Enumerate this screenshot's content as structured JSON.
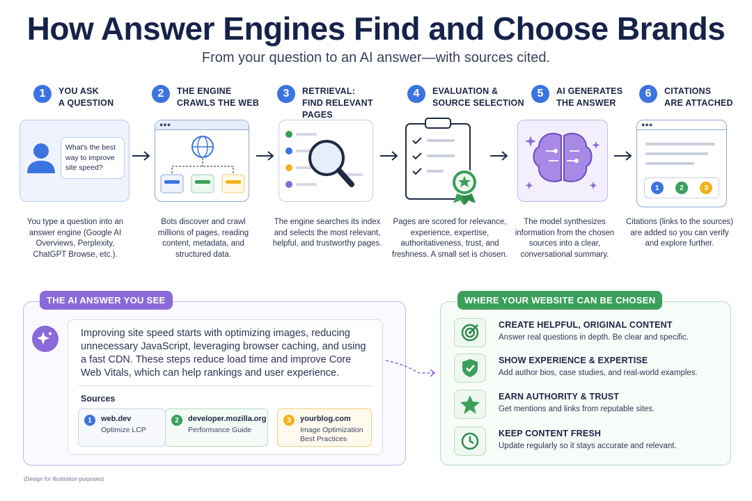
{
  "header": {
    "title": "How Answer Engines Find and Choose Brands",
    "subtitle": "From your question to an AI answer—with sources cited."
  },
  "steps": [
    {
      "num": "1",
      "title_line1": "YOU ASK",
      "title_line2": "A QUESTION",
      "bubble_text": "What's the best way to improve site speed?",
      "desc": "You type a question into an answer engine (Google AI Overviews, Perplexity, ChatGPT Browse, etc.)."
    },
    {
      "num": "2",
      "title_line1": "THE ENGINE",
      "title_line2": "CRAWLS THE WEB",
      "desc": "Bots discover and crawl millions of pages, reading content, metadata, and structured data."
    },
    {
      "num": "3",
      "title_line1": "RETRIEVAL:",
      "title_line2": "FIND RELEVANT PAGES",
      "desc": "The engine searches its index and selects the most relevant, helpful, and trustworthy pages."
    },
    {
      "num": "4",
      "title_line1": "EVALUATION &",
      "title_line2": "SOURCE SELECTION",
      "desc": "Pages are scored for relevance, experience, expertise, authoritativeness, trust, and freshness. A small set is chosen."
    },
    {
      "num": "5",
      "title_line1": "AI GENERATES",
      "title_line2": "THE ANSWER",
      "desc": "The model synthesizes information from the chosen sources into a clear, conversational summary."
    },
    {
      "num": "6",
      "title_line1": "CITATIONS",
      "title_line2": "ARE ATTACHED",
      "citations": [
        "1",
        "2",
        "3"
      ],
      "desc": "Citations (links to the sources) are added so you can verify and explore further."
    }
  ],
  "answer_panel": {
    "tag": "THE AI ANSWER YOU SEE",
    "answer_text": "Improving site speed starts with optimizing images, reducing unnecessary JavaScript, leveraging browser caching, and using a fast CDN. These steps reduce load time and improve Core Web Vitals, which can help rankings and user experience.",
    "sources_label": "Sources",
    "sources": [
      {
        "num": "1",
        "domain": "web.dev",
        "title": "Optimize LCP",
        "color": "#3b74e0"
      },
      {
        "num": "2",
        "domain": "developer.mozilla.org",
        "title": "Performance Guide",
        "color": "#3aa05a"
      },
      {
        "num": "3",
        "domain": "yourblog.com",
        "title": "Image Optimization Best Practices",
        "color": "#f2b21e"
      }
    ]
  },
  "website_panel": {
    "tag": "WHERE YOUR WEBSITE CAN BE CHOSEN",
    "tips": [
      {
        "icon": "target-icon",
        "title": "CREATE HELPFUL, ORIGINAL CONTENT",
        "desc": "Answer real questions in depth. Be clear and specific."
      },
      {
        "icon": "shield-check-icon",
        "title": "SHOW EXPERIENCE & EXPERTISE",
        "desc": "Add author bios, case studies, and real-world examples."
      },
      {
        "icon": "star-icon",
        "title": "EARN AUTHORITY & TRUST",
        "desc": "Get mentions and links from reputable sites."
      },
      {
        "icon": "clock-icon",
        "title": "KEEP CONTENT FRESH",
        "desc": "Update regularly so it stays accurate and relevant."
      }
    ]
  },
  "footnote": "(Design for illustration purposes)",
  "colors": {
    "blue": "#3b74e0",
    "green": "#3aa05a",
    "yellow": "#f2b21e",
    "purple": "#8a6ad8",
    "navy": "#16224a"
  }
}
